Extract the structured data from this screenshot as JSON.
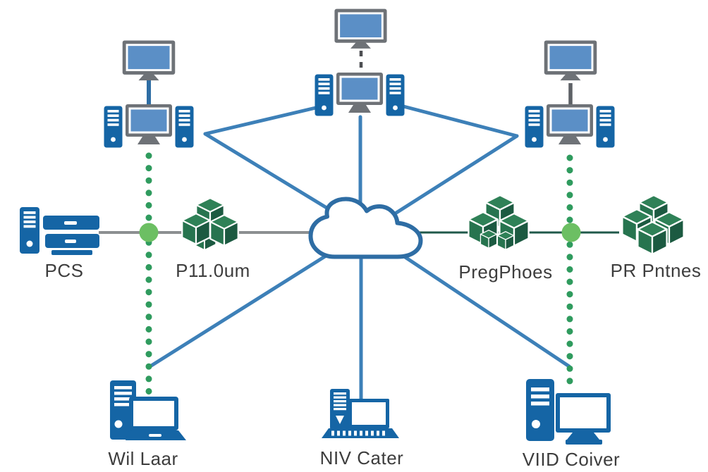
{
  "diagram": {
    "type": "cloud-network-topology",
    "background": "#ffffff",
    "colors": {
      "line_blue": "#3d80b8",
      "cloud_outline_blue": "#2e6da4",
      "tower_blue": "#1565a5",
      "screen_blue": "#5b8fc6",
      "frame_gray": "#6e7277",
      "gray_link": "#8c8f91",
      "dark_green_link": "#20594a",
      "cube_green_top": "#2f8157",
      "cube_green_left": "#27744f",
      "cube_green_right": "#1c5a41",
      "node_green": "#6cbf63",
      "dotted_green": "#2f9b5e",
      "label_text": "#3d3d3d"
    },
    "nodes": {
      "cloud": {
        "icon": "cloud-icon",
        "label": ""
      },
      "pcs": {
        "icon": "server-stack-icon",
        "label": "PCS"
      },
      "cubes_left": {
        "icon": "cubes-icon",
        "label": "P11.0um"
      },
      "cubes_right": {
        "icon": "cubes-icon",
        "label": "PregPhoes"
      },
      "cubes_far_right": {
        "icon": "cubes-icon",
        "label": "PR Pntnes"
      },
      "laptop_left": {
        "icon": "laptop-icon",
        "label": "Wil Laar"
      },
      "laptop_center": {
        "icon": "laptop-icon",
        "label": "NIV Cater"
      },
      "desktop_right": {
        "icon": "desktop-icon",
        "label": "VIID Coiver"
      },
      "monitor_top_left": {
        "icon": "monitor-icon",
        "label": ""
      },
      "monitor_top_center": {
        "icon": "monitor-icon",
        "label": ""
      },
      "monitor_top_right": {
        "icon": "monitor-icon",
        "label": ""
      },
      "workstation_left": {
        "icon": "workstation-icon",
        "label": ""
      },
      "workstation_center": {
        "icon": "workstation-icon",
        "label": ""
      },
      "workstation_right": {
        "icon": "workstation-icon",
        "label": ""
      }
    },
    "links": [
      {
        "from": "monitor_top_left",
        "to": "workstation_left",
        "style": "solid-blue"
      },
      {
        "from": "monitor_top_center",
        "to": "workstation_center",
        "style": "dashed-dark"
      },
      {
        "from": "monitor_top_right",
        "to": "workstation_right",
        "style": "solid-gray"
      },
      {
        "from": "workstation_left",
        "to": "workstation_center",
        "style": "solid-blue"
      },
      {
        "from": "workstation_left",
        "to": "cloud",
        "style": "solid-blue"
      },
      {
        "from": "workstation_center",
        "to": "cloud",
        "style": "solid-blue"
      },
      {
        "from": "workstation_right",
        "to": "workstation_center",
        "style": "solid-blue"
      },
      {
        "from": "workstation_right",
        "to": "cloud",
        "style": "solid-blue"
      },
      {
        "from": "cloud",
        "to": "laptop_left",
        "style": "solid-blue"
      },
      {
        "from": "cloud",
        "to": "laptop_center",
        "style": "solid-blue"
      },
      {
        "from": "cloud",
        "to": "desktop_right",
        "style": "solid-blue"
      },
      {
        "from": "pcs",
        "to": "cloud",
        "style": "solid-gray",
        "through": "network-node-left"
      },
      {
        "from": "cloud",
        "to": "cubes_far_right",
        "style": "solid-dark-green",
        "through": "network-node-right"
      },
      {
        "from": "workstation_left",
        "to": "laptop_left",
        "style": "dotted-green"
      },
      {
        "from": "workstation_right",
        "to": "desktop_right",
        "style": "dotted-green"
      }
    ]
  }
}
